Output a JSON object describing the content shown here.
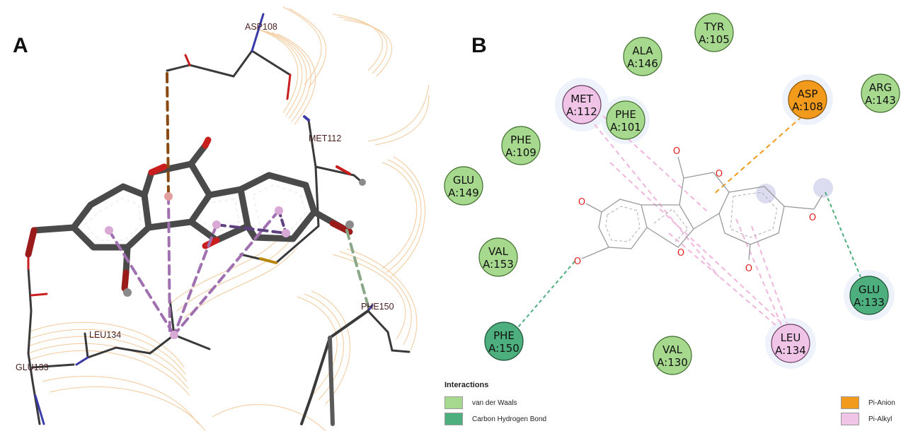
{
  "panel_a": {
    "letter": "A",
    "labels": [
      {
        "name": "asp108",
        "text": "ASP108"
      },
      {
        "name": "met112",
        "text": "MET112"
      },
      {
        "name": "phe150",
        "text": "PHE150"
      },
      {
        "name": "leu134",
        "text": "LEU134"
      },
      {
        "name": "glu133",
        "text": "GLU133"
      }
    ]
  },
  "panel_b": {
    "letter": "B",
    "atom_label": "O",
    "residues": [
      {
        "name": "tyr105",
        "line1": "TYR",
        "line2": "A:105",
        "type": "vdw"
      },
      {
        "name": "ala146",
        "line1": "ALA",
        "line2": "A:146",
        "type": "vdw"
      },
      {
        "name": "arg143",
        "line1": "ARG",
        "line2": "A:143",
        "type": "vdw"
      },
      {
        "name": "met112",
        "line1": "MET",
        "line2": "A:112",
        "type": "pialkyl"
      },
      {
        "name": "phe101",
        "line1": "PHE",
        "line2": "A:101",
        "type": "vdw"
      },
      {
        "name": "asp108",
        "line1": "ASP",
        "line2": "A:108",
        "type": "pianion"
      },
      {
        "name": "phe109",
        "line1": "PHE",
        "line2": "A:109",
        "type": "vdw"
      },
      {
        "name": "glu149",
        "line1": "GLU",
        "line2": "A:149",
        "type": "vdw"
      },
      {
        "name": "val153",
        "line1": "VAL",
        "line2": "A:153",
        "type": "vdw"
      },
      {
        "name": "glu133",
        "line1": "GLU",
        "line2": "A:133",
        "type": "chb"
      },
      {
        "name": "phe150",
        "line1": "PHE",
        "line2": "A:150",
        "type": "chb"
      },
      {
        "name": "val130",
        "line1": "VAL",
        "line2": "A:130",
        "type": "vdw"
      },
      {
        "name": "leu134",
        "line1": "LEU",
        "line2": "A:134",
        "type": "pialkyl"
      }
    ],
    "legend": {
      "title": "Interactions",
      "items": [
        {
          "name": "vdw",
          "label": "van der Waals",
          "color": "#a6d98e"
        },
        {
          "name": "chb",
          "label": "Carbon Hydrogen Bond",
          "color": "#4caf7d"
        },
        {
          "name": "pianion",
          "label": "Pi-Anion",
          "color": "#f29a1b"
        },
        {
          "name": "pialkyl",
          "label": "Pi-Alkyl",
          "color": "#f0c4e6"
        }
      ]
    }
  }
}
